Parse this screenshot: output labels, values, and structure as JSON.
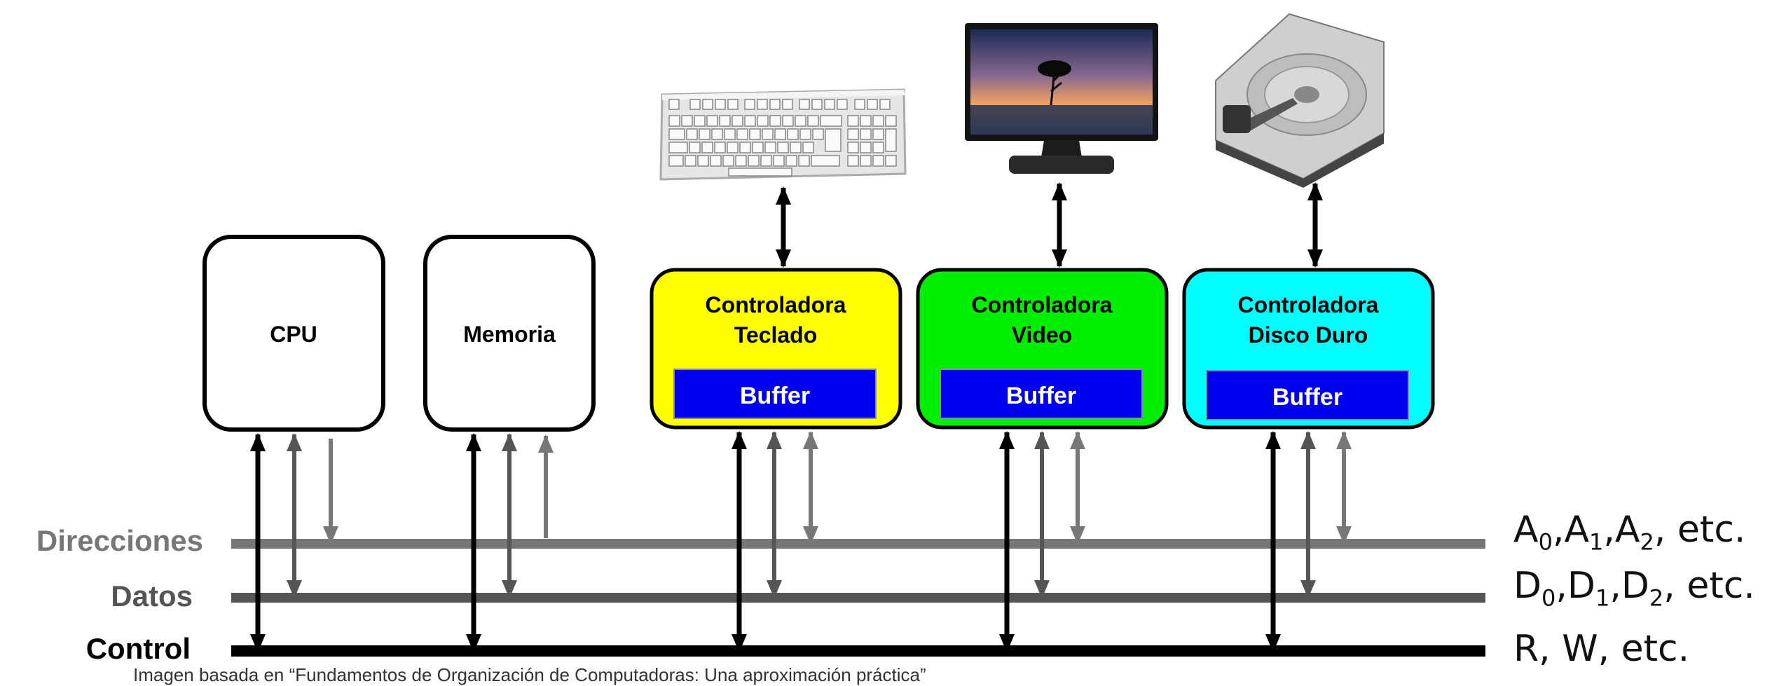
{
  "components": {
    "cpu": "CPU",
    "memory": "Memoria",
    "keyboard_controller": [
      "Controladora",
      "Teclado"
    ],
    "video_controller": [
      "Controladora",
      "Video"
    ],
    "disk_controller": [
      "Controladora",
      "Disco Duro"
    ],
    "buffer": "Buffer"
  },
  "buses": {
    "address": {
      "label": "Direcciones",
      "signals": [
        "A",
        "0",
        ",A",
        "1",
        ",A",
        "2",
        ", etc."
      ]
    },
    "data": {
      "label": "Datos",
      "signals": [
        "D",
        "0",
        ",D",
        "1",
        ",D",
        "2",
        ", etc."
      ]
    },
    "control": {
      "label": "Control",
      "signals": "R, W, etc."
    }
  },
  "devices": [
    "keyboard",
    "monitor",
    "hard-disk"
  ],
  "source_note": "Imagen basada en “Fundamentos de Organización de Computadoras: Una aproximación práctica”",
  "colors": {
    "keyboard_controller": "#ffff00",
    "video_controller": "#00ee00",
    "disk_controller": "#00ffff",
    "buffer": "#0000ee",
    "address_bus": "#777777",
    "data_bus": "#555555",
    "control_bus": "#000000"
  }
}
